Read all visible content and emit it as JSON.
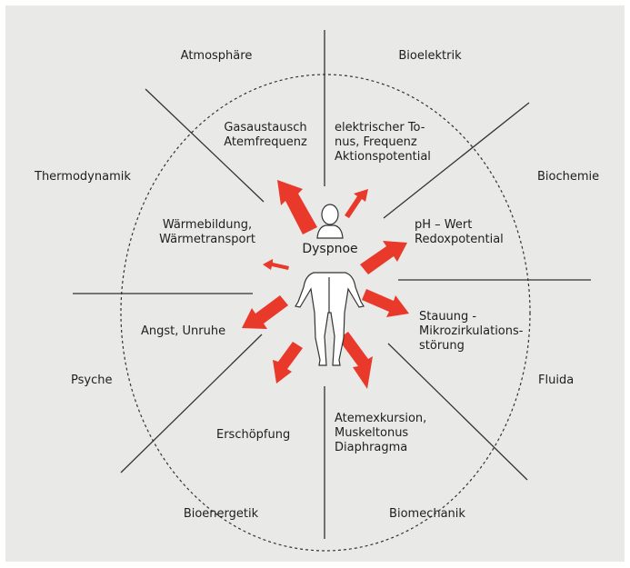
{
  "outer_labels": {
    "atmosphaere": "Atmosphäre",
    "bioelektrik": "Bioelektrik",
    "thermodynamik": "Thermodynamik",
    "biochemie": "Biochemie",
    "psyche": "Psyche",
    "fluida": "Fluida",
    "bioenergetik": "Bioenergetik",
    "biomechanik": "Biomechanik"
  },
  "inner_labels": {
    "gas": "Gasaustausch\nAtemfrequenz",
    "elektrisch": "elektrischer To-\nnus, Frequenz\nAktionspotential",
    "waerme": "Wärmebildung,\nWärmetransport",
    "ph": "pH – Wert\nRedoxpotential",
    "angst": "Angst, Unruhe",
    "stauung": "Stauung -\nMikrozirkulations-\nstörung",
    "erschoepfung": "Erschöpfung",
    "atemexkursion": "Atemexkursion,\nMuskeltonus\nDiaphragma"
  },
  "center_label": "Dyspnoe",
  "colors": {
    "arrow": "#e8392b",
    "background": "#e9e9e8",
    "line": "#333333"
  }
}
